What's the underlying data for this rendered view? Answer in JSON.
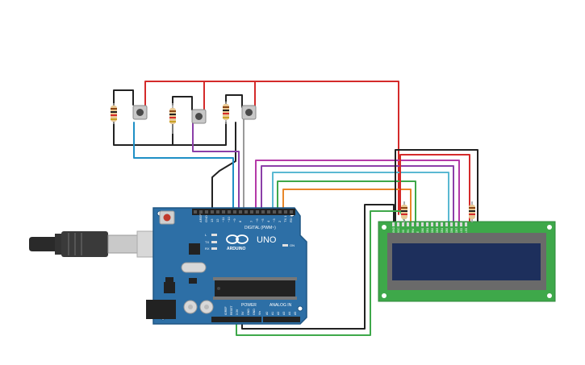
{
  "arduino": {
    "logo_text": "ARDUINO",
    "model": "UNO",
    "digital_label": "DIGITAL (PWM~)",
    "power_label": "POWER",
    "analog_label": "ANALOG IN",
    "on_label": "ON",
    "tx_label": "TX",
    "rx_label": "RX",
    "l_label": "L",
    "top_pins": [
      "AREF",
      "GND",
      "13",
      "12",
      "~11",
      "~10",
      "~9",
      "8",
      "7",
      "~6",
      "~5",
      "4",
      "~3",
      "2",
      "TX 1",
      "RX 0"
    ],
    "power_pins": [
      "IOREF",
      "RESET",
      "3.3V",
      "5V",
      "GND",
      "GND",
      "Vin"
    ],
    "analog_pins": [
      "A0",
      "A1",
      "A2",
      "A3",
      "A4",
      "A5"
    ]
  },
  "lcd": {
    "pins": [
      "GND",
      "VCC",
      "V0",
      "RS",
      "RW",
      "E",
      "DB0",
      "DB1",
      "DB2",
      "DB3",
      "DB4",
      "DB5",
      "DB6",
      "DB7",
      "LED",
      "LED"
    ]
  },
  "colors": {
    "board": "#2d6fa6",
    "board_edge": "#1f5684",
    "lcd_pcb": "#3ea84a",
    "lcd_screen": "#1d2f5c",
    "wire_red": "#d42a2a",
    "wire_black": "#222222",
    "wire_blue": "#1e8fc6",
    "wire_purple": "#8b3fa8",
    "wire_gray": "#9a9a9a",
    "wire_magenta": "#b43aa8",
    "wire_cyan": "#5ab8d2",
    "wire_green": "#3ea84a",
    "wire_orange": "#e8862a"
  }
}
